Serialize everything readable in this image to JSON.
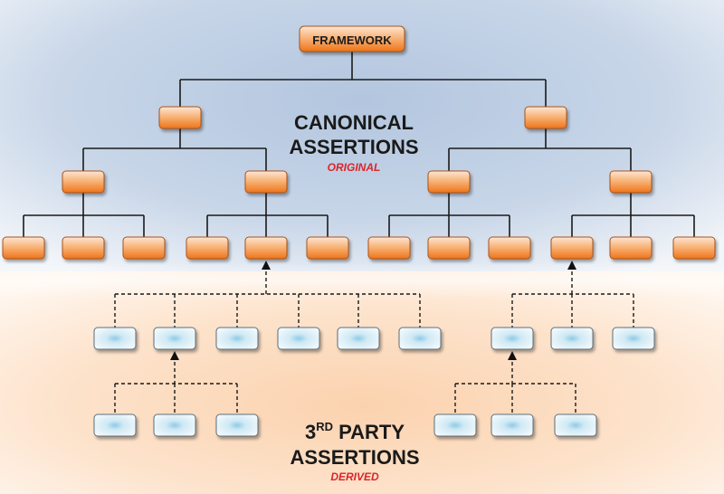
{
  "root_label": "FRAMEWORK",
  "canonical": {
    "line1": "CANONICAL",
    "line2": "ASSERTIONS",
    "sub": "ORIGINAL"
  },
  "third_party": {
    "line1_prefix": "3",
    "line1_sup": "RD",
    "line1_suffix": " PARTY",
    "line2": "ASSERTIONS",
    "sub": "DERIVED"
  },
  "colors": {
    "orange_top": "#fde3cf",
    "orange_bottom": "#f07a1c",
    "orange_border": "#a9531b",
    "blue_fill": "#e8f4fa",
    "blue_glow": "#9fd2ea",
    "blue_border": "#5b6f7c",
    "canonical_bg": "#b7c9e0",
    "derived_bg": "#fbd7b8",
    "line": "#1a1a1a",
    "sub_text": "#d8262b"
  }
}
